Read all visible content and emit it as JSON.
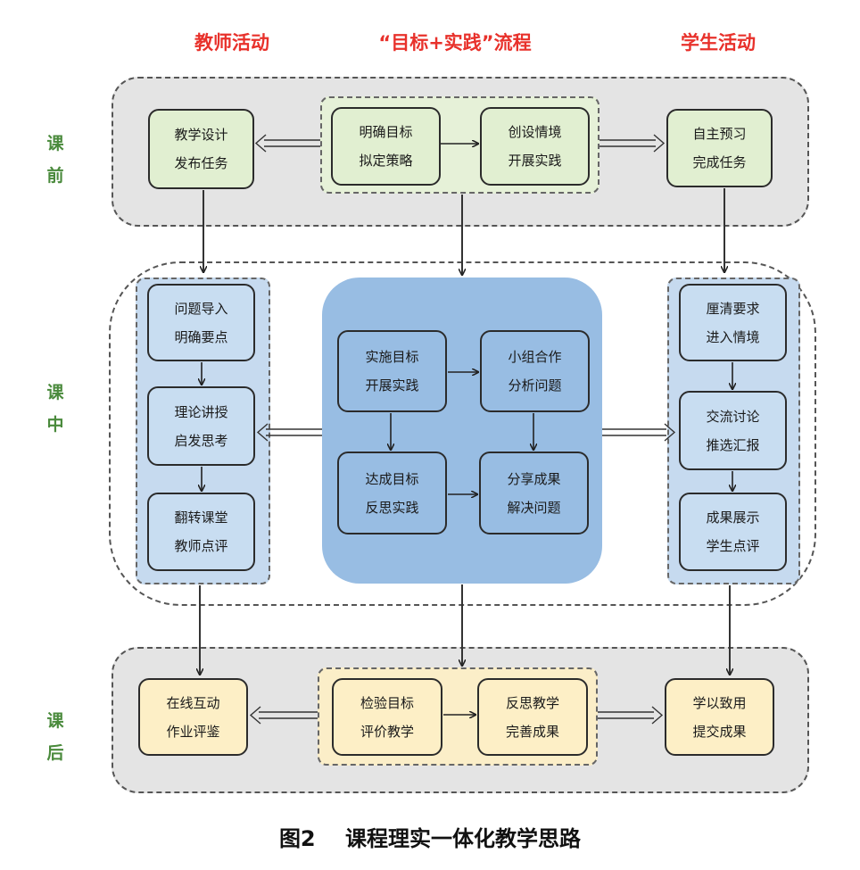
{
  "headers": {
    "teacher": "教师活动",
    "process": "“目标+实践”流程",
    "student": "学生活动"
  },
  "rows": {
    "before": [
      "课",
      "前"
    ],
    "during": [
      "课",
      "中"
    ],
    "after": [
      "课",
      "后"
    ]
  },
  "boxes": {
    "before_teacher": [
      "教学设计",
      "发布任务"
    ],
    "before_goal": [
      "明确目标",
      "拟定策略"
    ],
    "before_scene": [
      "创设情境",
      "开展实践"
    ],
    "before_student": [
      "自主预习",
      "完成任务"
    ],
    "during_teacher_1": [
      "问题导入",
      "明确要点"
    ],
    "during_teacher_2": [
      "理论讲授",
      "启发思考"
    ],
    "during_teacher_3": [
      "翻转课堂",
      "教师点评"
    ],
    "during_center_1": [
      "实施目标",
      "开展实践"
    ],
    "during_center_2": [
      "小组合作",
      "分析问题"
    ],
    "during_center_3": [
      "达成目标",
      "反思实践"
    ],
    "during_center_4": [
      "分享成果",
      "解决问题"
    ],
    "during_student_1": [
      "厘清要求",
      "进入情境"
    ],
    "during_student_2": [
      "交流讨论",
      "推选汇报"
    ],
    "during_student_3": [
      "成果展示",
      "学生点评"
    ],
    "after_teacher": [
      "在线互动",
      "作业评鉴"
    ],
    "after_check": [
      "检验目标",
      "评价教学"
    ],
    "after_reflect": [
      "反思教学",
      "完善成果"
    ],
    "after_student": [
      "学以致用",
      "提交成果"
    ]
  },
  "caption": "图2    课程理实一体化教学思路",
  "colors": {
    "header_red": "#e8312b",
    "label_green": "#4a8a3c",
    "gray_phase": "#e4e4e4",
    "green_fill": "#e1efd1",
    "blue_fill": "#c8ddf1",
    "center_blue": "#98bde3",
    "yellow_fill": "#fdefc6"
  }
}
